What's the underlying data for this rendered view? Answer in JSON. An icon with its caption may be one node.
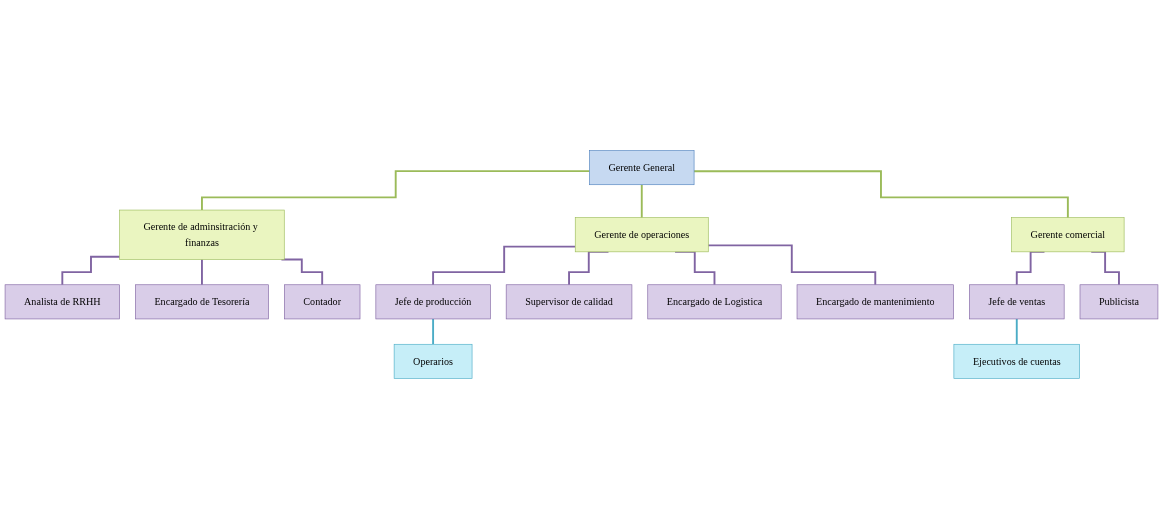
{
  "diagram": {
    "nodes": [
      {
        "text": [
          "Gerente General"
        ]
      },
      {
        "text": [
          "Gerente de adminsitración y finanzas"
        ]
      },
      {
        "text": [
          "Gerente de operaciones"
        ]
      },
      {
        "text": [
          "Gerente comercial"
        ]
      },
      {
        "text": [
          "Analista de RRHH"
        ]
      },
      {
        "text": [
          "Encargado de Tesorería"
        ]
      },
      {
        "text": [
          "Contador"
        ]
      },
      {
        "text": [
          "Jefe de producción"
        ]
      },
      {
        "text": [
          "Supervisor de calidad"
        ]
      },
      {
        "text": [
          "Encargado de Logistica"
        ]
      },
      {
        "text": [
          "Encargado de mantenimiento"
        ]
      },
      {
        "text": [
          "Operarios"
        ]
      },
      {
        "text": [
          "Jefe de ventas"
        ]
      },
      {
        "text": [
          "Publicista"
        ]
      },
      {
        "text": [
          "Ejecutivos de cuentas"
        ]
      }
    ],
    "edges": [
      {
        "from": 0,
        "to": 1,
        "arrow": "none",
        "color": "#9bbb59"
      },
      {
        "from": 0,
        "to": 2,
        "arrow": "none",
        "color": "#9bbb59"
      },
      {
        "from": 0,
        "to": 3,
        "arrow": "none",
        "color": "#9bbb59"
      },
      {
        "from": 1,
        "to": 4,
        "arrow": "none"
      },
      {
        "from": 1,
        "to": 5,
        "arrow": "none"
      },
      {
        "from": 1,
        "to": 6,
        "arrow": "none"
      },
      {
        "from": 2,
        "to": 7,
        "arrow": "none"
      },
      {
        "from": 2,
        "to": 8,
        "arrow": "none"
      },
      {
        "from": 2,
        "to": 9,
        "arrow": "none"
      },
      {
        "from": 2,
        "to": 10,
        "arrow": "none"
      },
      {
        "from": 7,
        "to": 11,
        "arrow": "none",
        "color": "#4bacc6"
      },
      {
        "from": 3,
        "to": 12,
        "arrow": "none"
      },
      {
        "from": 3,
        "to": 13,
        "arrow": "none"
      },
      {
        "from": 12,
        "to": 14,
        "arrow": "none",
        "color": "#4bacc6"
      }
    ]
  }
}
